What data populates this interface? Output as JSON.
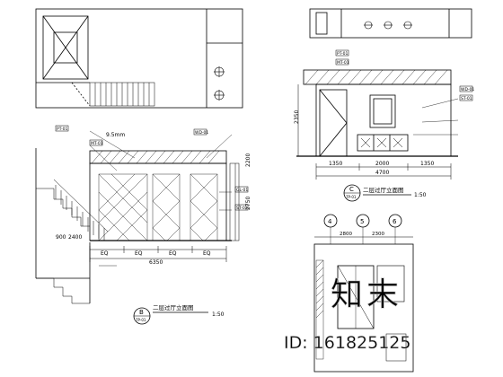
{
  "elevation_left": {
    "title": "二层过厅立面图",
    "scale": "1:50",
    "tag_top": "B",
    "tag_bottom": "7P-01",
    "dim_width": "6350",
    "dim_height_upper": "2200",
    "dim_height_lower": "2750",
    "dim_left_1": "900",
    "dim_left_2": "2400",
    "dim_segments": [
      "EQ",
      "EQ",
      "EQ",
      "EQ"
    ],
    "dim_thickness": "9.5mm",
    "callout_codes": [
      "PT-01",
      "MT-01",
      "WD-01",
      "GL-01",
      "ST-01"
    ]
  },
  "elevation_right": {
    "title": "二层过厅立面图",
    "scale": "1:50",
    "tag_top": "C",
    "tag_bottom": "7P-01",
    "dim_total": "4700",
    "dim_segments": [
      "1350",
      "2000",
      "1350"
    ],
    "dim_height": "2350",
    "callout_codes": [
      "PT-01",
      "MT-01",
      "WD-01",
      "ST-01"
    ]
  },
  "plan_bottom": {
    "axis_labels": [
      "4",
      "5",
      "6"
    ],
    "dims": [
      "2800",
      "2300"
    ]
  },
  "watermark": {
    "brand": "知末",
    "id_text": "ID: 161825125"
  }
}
